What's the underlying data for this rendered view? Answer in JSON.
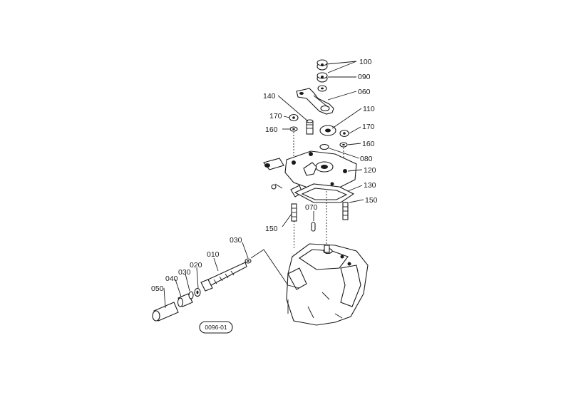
{
  "labels": {
    "p100": "100",
    "p090": "090",
    "p060": "060",
    "p110": "110",
    "p140": "140",
    "p170a": "170",
    "p160a": "160",
    "p170b": "170",
    "p160b": "160",
    "p080": "080",
    "p120": "120",
    "p130": "130",
    "p150a": "150",
    "p070": "070",
    "p150b": "150",
    "p030a": "030",
    "p010": "010",
    "p020": "020",
    "p030b": "030",
    "p040": "040",
    "p050": "050"
  },
  "drawing_code": "0096-01"
}
